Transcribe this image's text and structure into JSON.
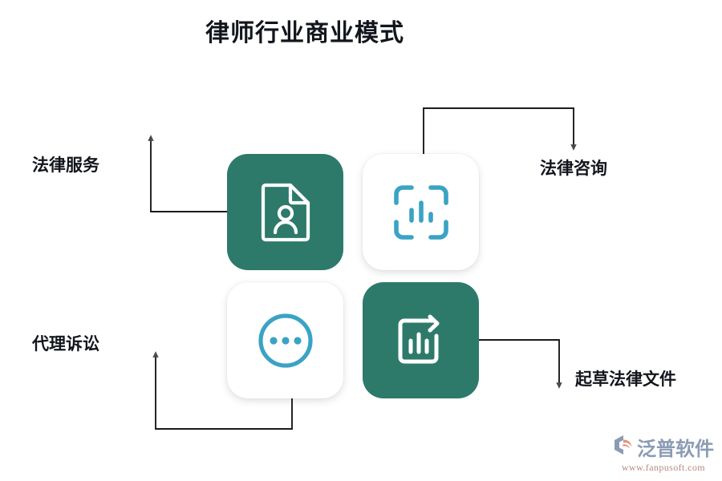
{
  "page": {
    "title": "律师行业商业模式",
    "background_color": "#ffffff"
  },
  "theme": {
    "dark_card_color": "#2d7a6b",
    "light_card_color": "#ffffff",
    "accent_icon_color": "#3ba3c4",
    "dark_icon_color": "#ffffff",
    "text_color": "#12161c",
    "connector_color": "#1b1b1b",
    "arrowhead_color": "#555555"
  },
  "nodes": [
    {
      "id": "legal-service",
      "label": "法律服务",
      "icon": "document-person-icon",
      "card_style": "dark",
      "label_position": "left"
    },
    {
      "id": "legal-consult",
      "label": "法律咨询",
      "icon": "bar-chart-scan-icon",
      "card_style": "light",
      "label_position": "right"
    },
    {
      "id": "litigation",
      "label": "代理诉讼",
      "icon": "circle-ellipsis-icon",
      "card_style": "light",
      "label_position": "left"
    },
    {
      "id": "drafting",
      "label": "起草法律文件",
      "icon": "bar-chart-arrow-icon",
      "card_style": "dark",
      "label_position": "right"
    }
  ],
  "connectors": [
    {
      "from": "legal-service",
      "to": "legal-service-label",
      "direction": "left-then-up"
    },
    {
      "from": "legal-consult",
      "to": "legal-consult-label",
      "direction": "up-then-right-then-down"
    },
    {
      "from": "litigation",
      "to": "litigation-label",
      "direction": "down-then-left-then-up"
    },
    {
      "from": "drafting",
      "to": "drafting-label",
      "direction": "right-then-down"
    }
  ],
  "logo": {
    "brand_name": "泛普软件",
    "url": "www.fanpusoft.com",
    "mark_color": "#8b9bb4",
    "swoosh_color": "#e0947c"
  }
}
